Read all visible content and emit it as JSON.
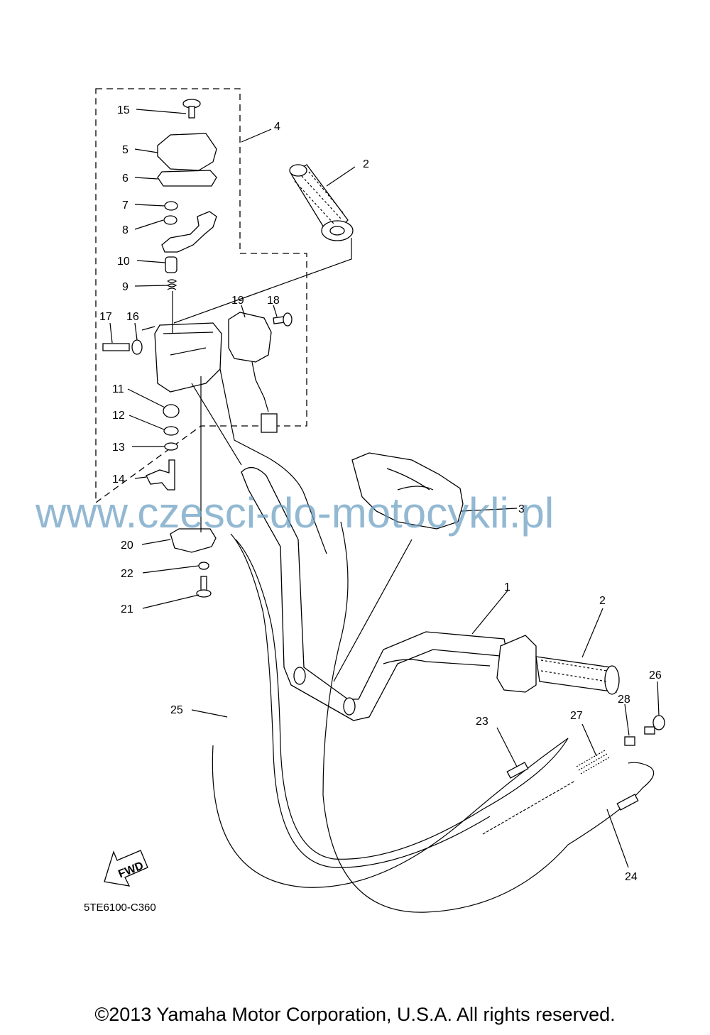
{
  "diagram": {
    "parts": [
      {
        "num": "1"
      },
      {
        "num": "2"
      },
      {
        "num": "3"
      },
      {
        "num": "4"
      },
      {
        "num": "5"
      },
      {
        "num": "6"
      },
      {
        "num": "7"
      },
      {
        "num": "8"
      },
      {
        "num": "9"
      },
      {
        "num": "10"
      },
      {
        "num": "11"
      },
      {
        "num": "12"
      },
      {
        "num": "13"
      },
      {
        "num": "14"
      },
      {
        "num": "15"
      },
      {
        "num": "16"
      },
      {
        "num": "17"
      },
      {
        "num": "18"
      },
      {
        "num": "19"
      },
      {
        "num": "20"
      },
      {
        "num": "21"
      },
      {
        "num": "22"
      },
      {
        "num": "23"
      },
      {
        "num": "24"
      },
      {
        "num": "25"
      },
      {
        "num": "26"
      },
      {
        "num": "27"
      },
      {
        "num": "28"
      }
    ],
    "second_grip_label": "2",
    "fwd_label": "FWD",
    "drawing_code": "5TE6100-C360"
  },
  "watermark": "www.czesci-do-motocykli.pl",
  "copyright": "©2013 Yamaha Motor Corporation, U.S.A. All rights reserved.",
  "colors": {
    "watermark": "#6ea0c3",
    "line": "#000000"
  }
}
